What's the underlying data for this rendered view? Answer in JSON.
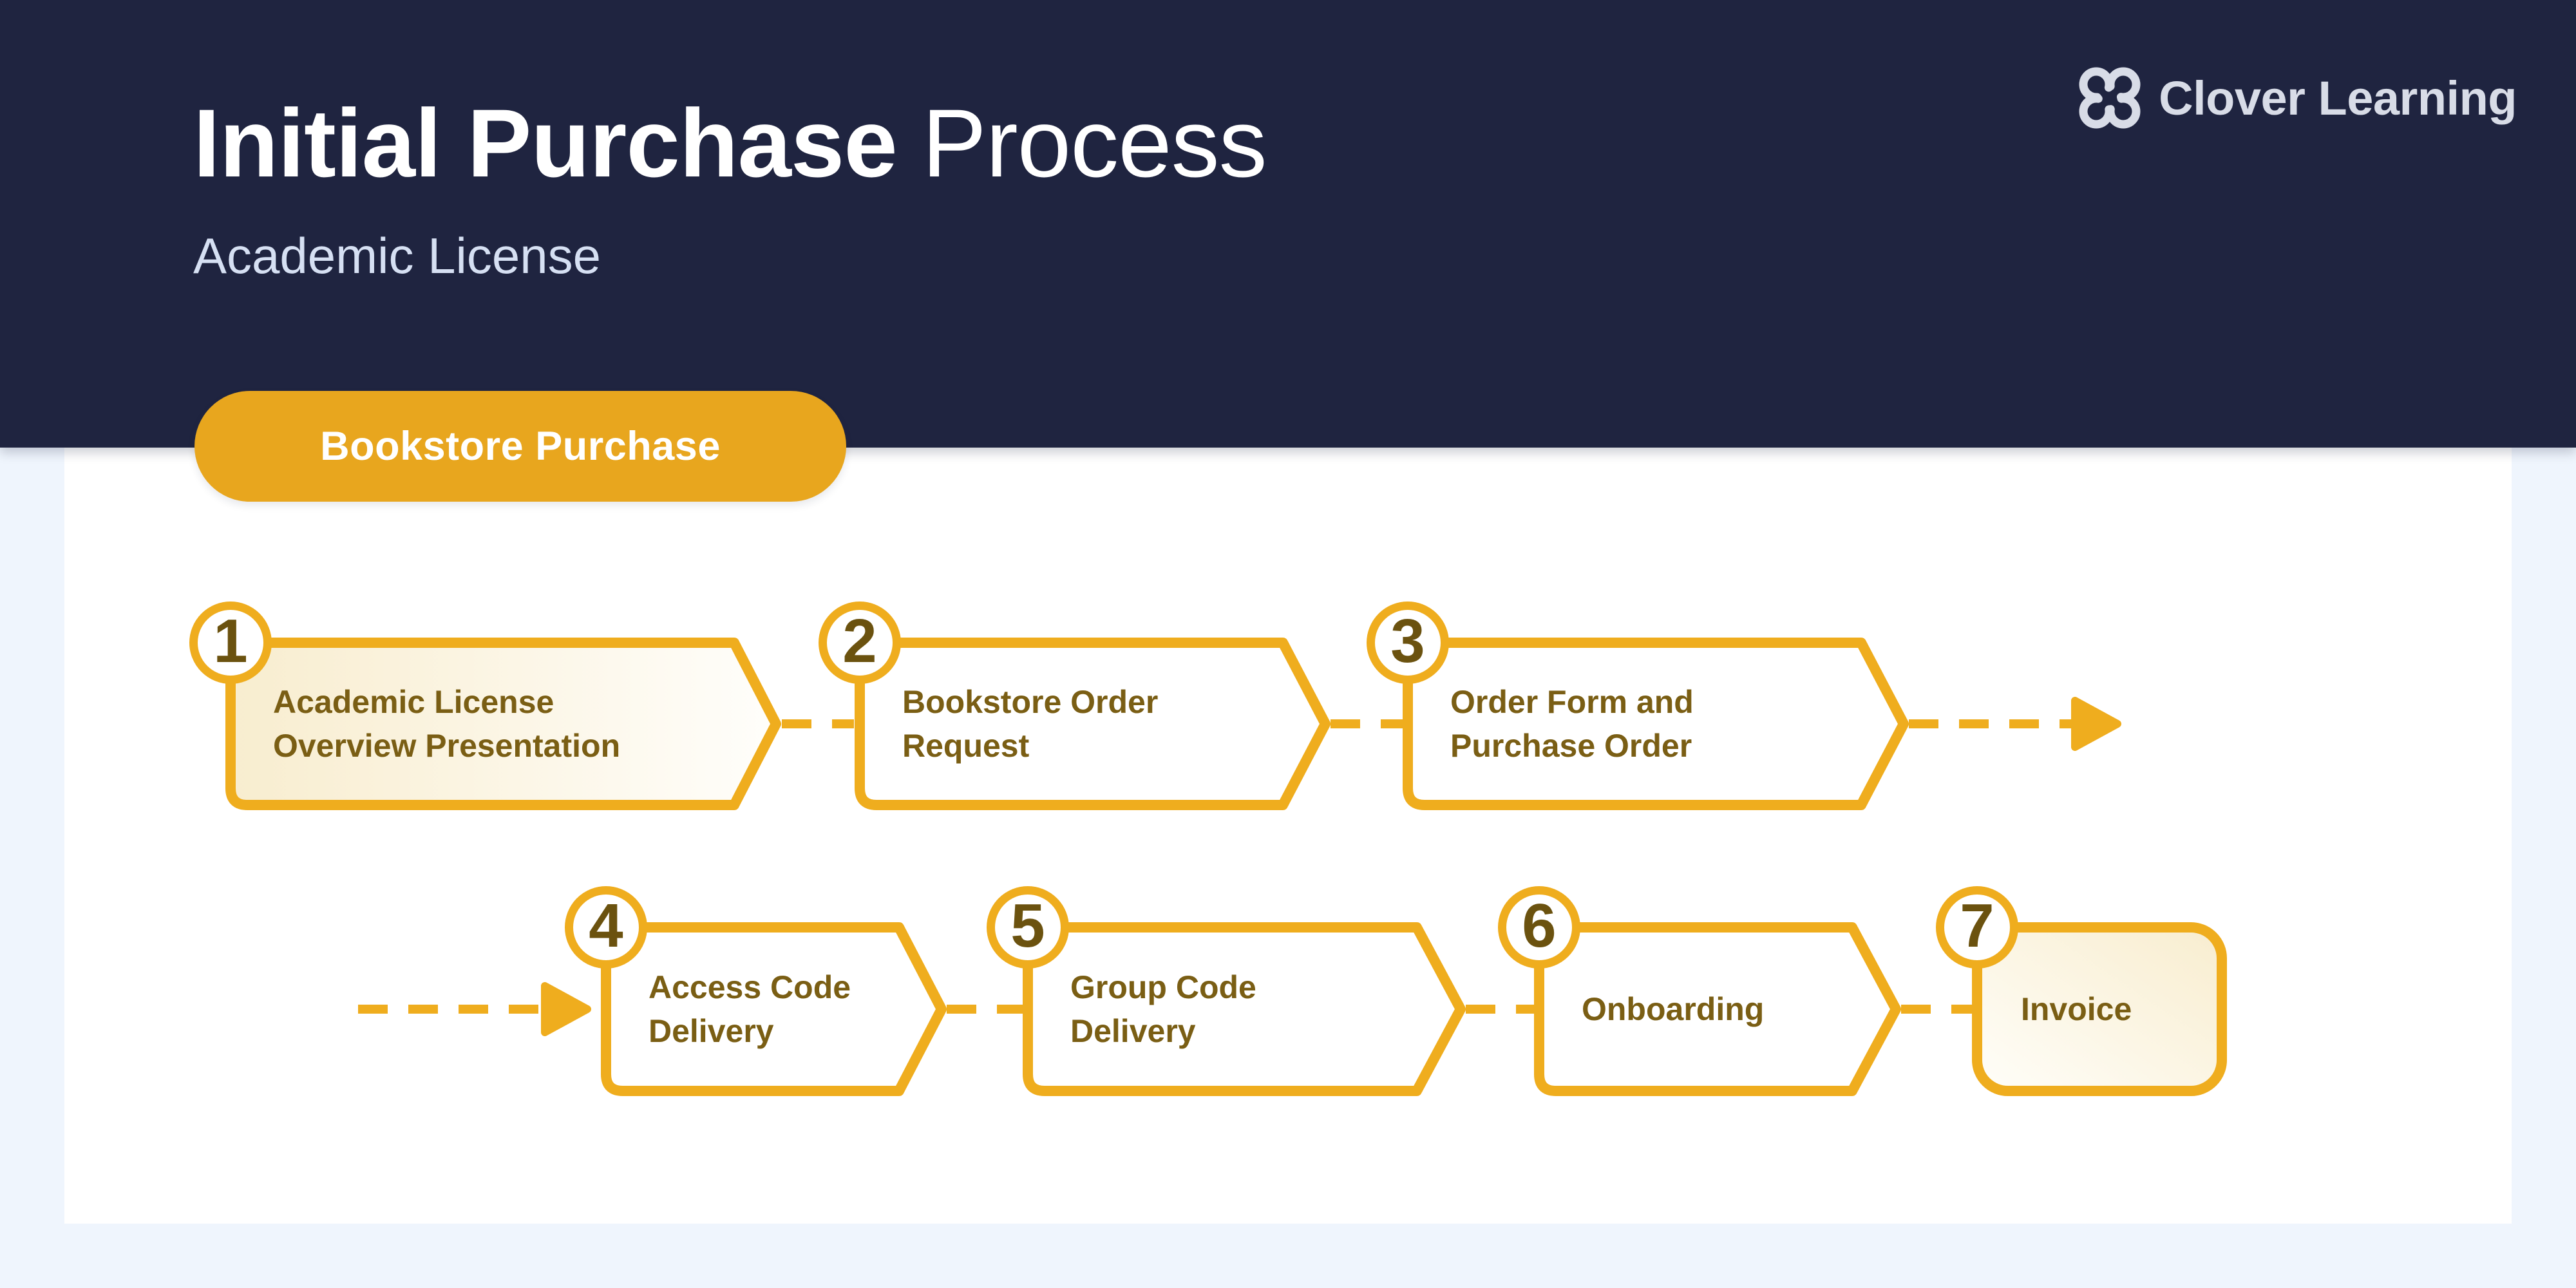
{
  "page": {
    "background": "#EFF5FD",
    "card_background": "#FFFFFF"
  },
  "header": {
    "title_bold": "Initial Purchase",
    "title_regular": "Process",
    "subtitle": "Academic License",
    "brand_name": "Clover Learning",
    "background": "#1F2440",
    "title_color": "#FFFFFF",
    "subtitle_color": "#D6E0F3",
    "brand_color": "#D8DCE7"
  },
  "badge": {
    "label": "Bookstore Purchase",
    "background": "#E8A61E",
    "text_color": "#FFFFFF"
  },
  "flow": {
    "accent": "#EFAD1E",
    "step_text_color": "#7A5E14",
    "number_color": "#6B520F",
    "cream_fill": "#F8EDCF",
    "steps": [
      {
        "number": "1",
        "line1": "Academic License",
        "line2": "Overview Presentation"
      },
      {
        "number": "2",
        "line1": "Bookstore Order",
        "line2": "Request"
      },
      {
        "number": "3",
        "line1": "Order Form and",
        "line2": "Purchase Order"
      },
      {
        "number": "4",
        "line1": "Access Code",
        "line2": "Delivery"
      },
      {
        "number": "5",
        "line1": "Group Code",
        "line2": "Delivery"
      },
      {
        "number": "6",
        "line1": "Onboarding",
        "line2": ""
      },
      {
        "number": "7",
        "line1": "Invoice",
        "line2": ""
      }
    ]
  }
}
